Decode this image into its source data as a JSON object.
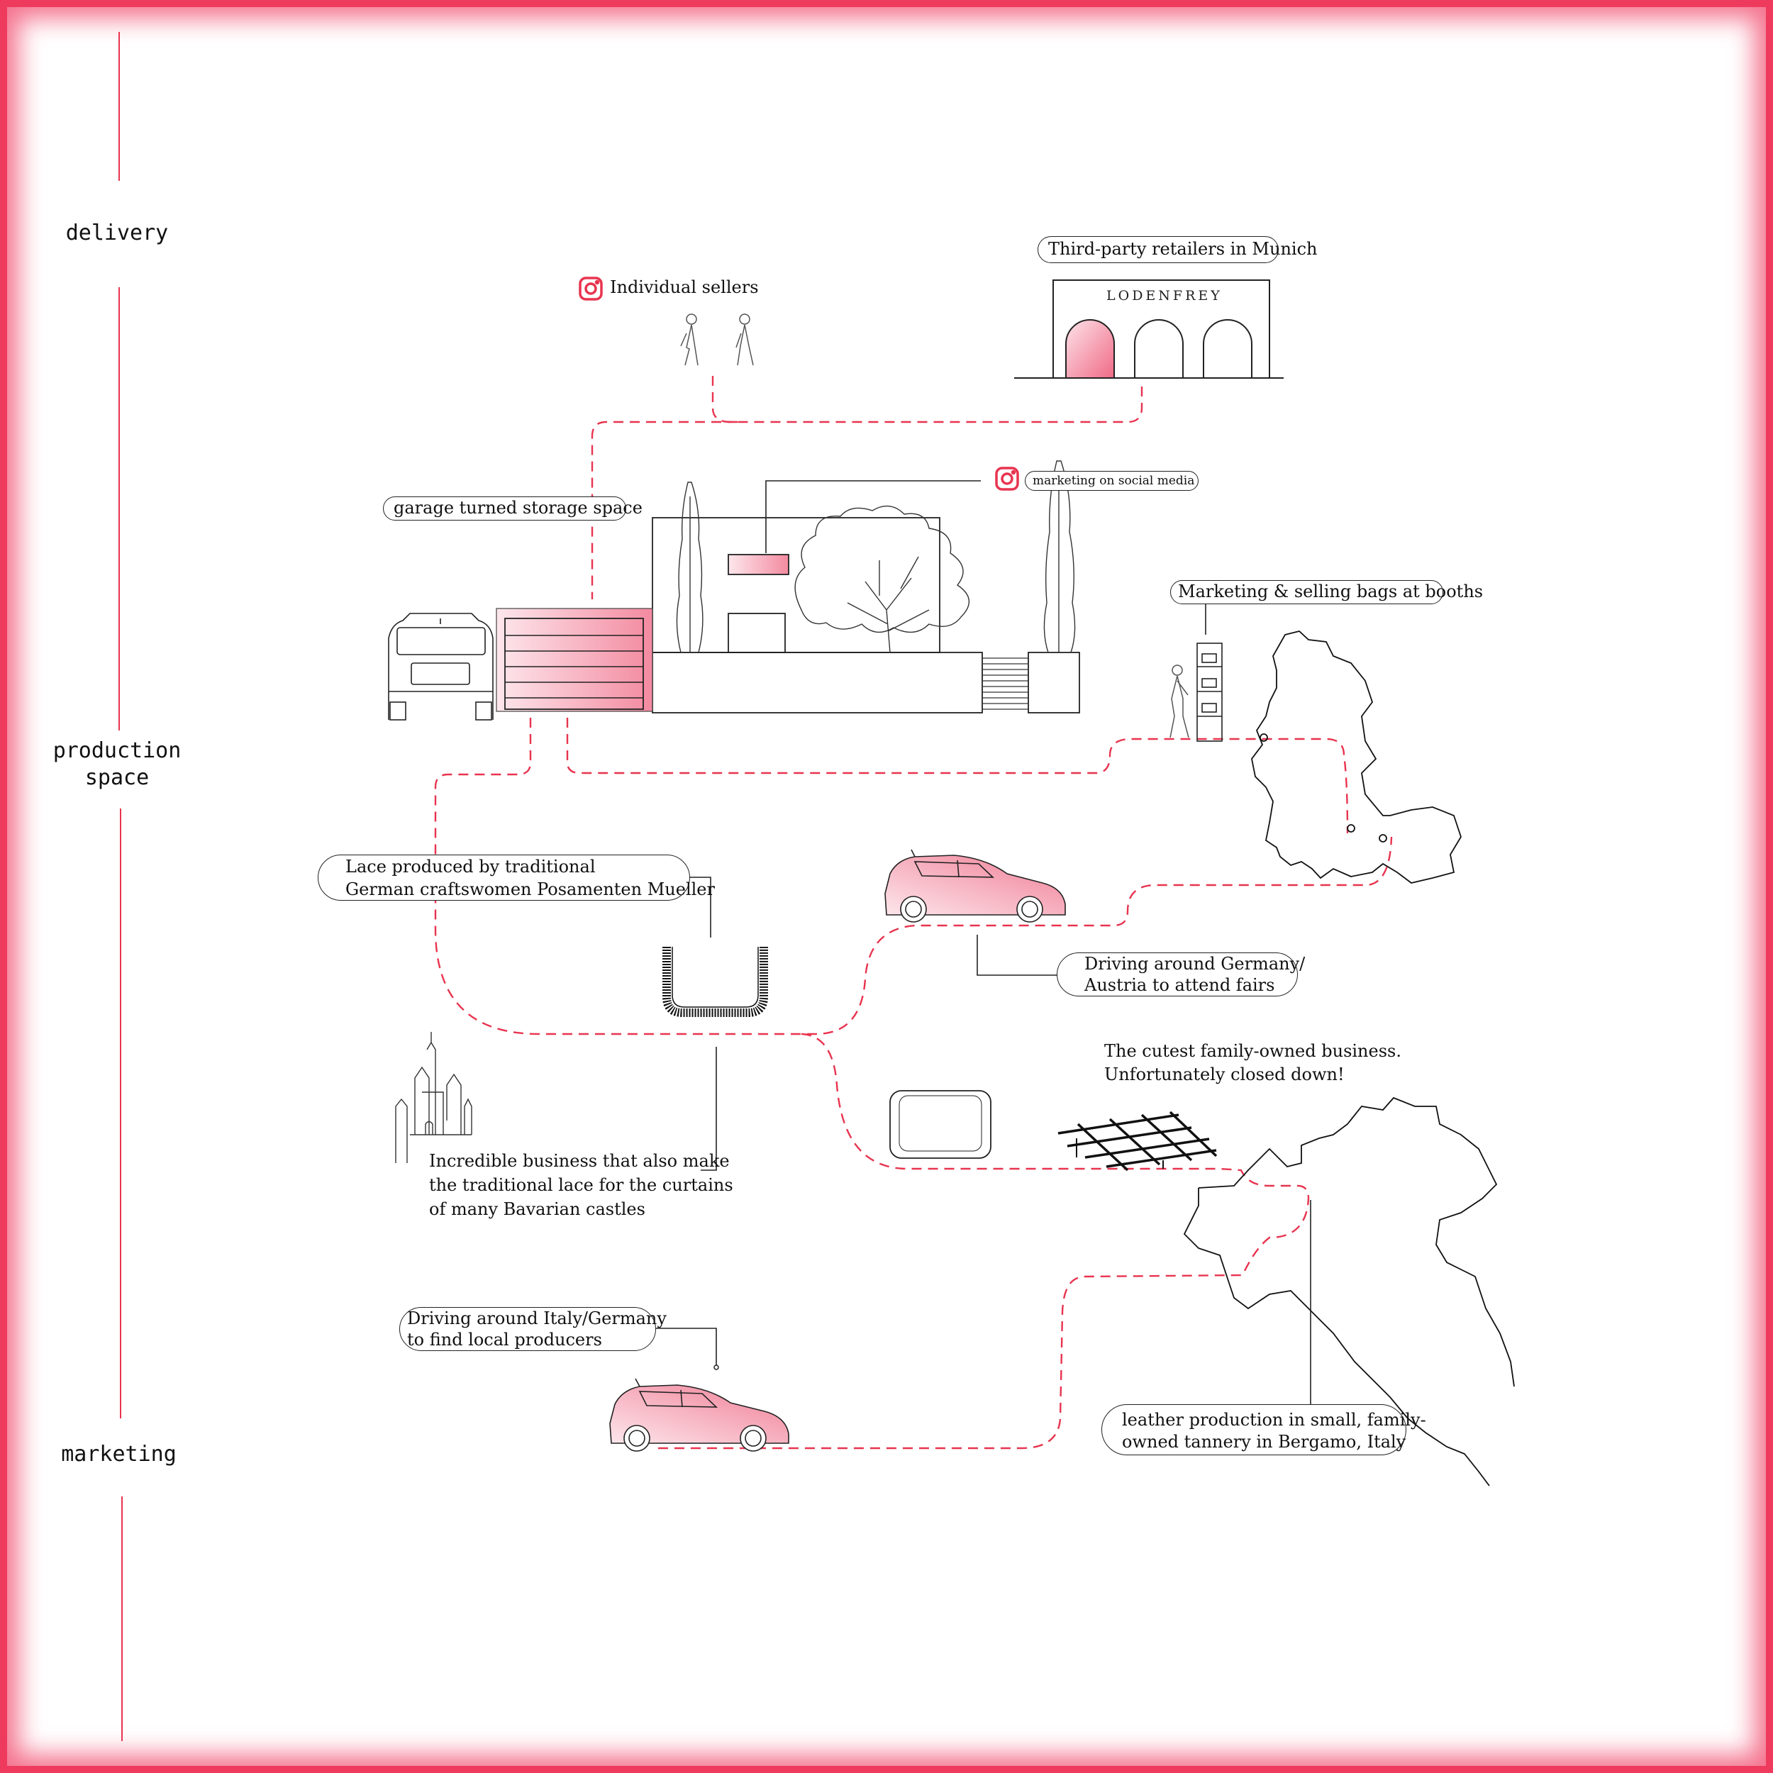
{
  "sidebar": {
    "delivery": "delivery",
    "production_space": "production space",
    "marketing": "marketing"
  },
  "labels": {
    "individual_sellers": "Individual sellers",
    "third_party": "Third-party retailers in Munich",
    "lodenfrey": "LODENFREY",
    "garage": "garage turned storage space",
    "social_media": "marketing on social media",
    "booths": "Marketing & selling bags at booths",
    "lace_line1": "Lace produced by traditional",
    "lace_line2": "German craftswomen Posamenten Mueller",
    "driving_germany_line1": "Driving around Germany/",
    "driving_germany_line2": "Austria to attend fairs",
    "cutest_line1": "The cutest family-owned business.",
    "cutest_line2": "Unfortunately closed down!",
    "incredible_line1": "Incredible business that also make",
    "incredible_line2": "the traditional lace for the curtains",
    "incredible_line3": "of many Bavarian castles",
    "driving_italy_line1": "Driving around Italy/Germany",
    "driving_italy_line2": "to find local producers",
    "leather_line1": "leather production in small, family-",
    "leather_line2": "owned tannery in Bergamo, Italy"
  },
  "colors": {
    "accent": "#e8344f",
    "pink_fill": "#f7a9b6",
    "line": "#1a1a1a"
  },
  "icons": [
    "instagram-icon",
    "car-icon",
    "castle-icon",
    "tree-icon",
    "pedestrian-icon",
    "map-icon"
  ]
}
